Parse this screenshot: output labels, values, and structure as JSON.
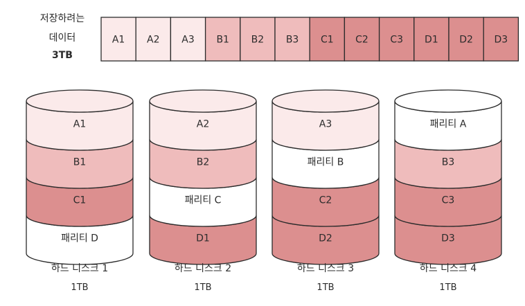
{
  "header": {
    "line1": "저장하려는",
    "line2": "데이터",
    "line3": "3TB"
  },
  "colors": {
    "A": "#fbeaea",
    "B": "#efbcbc",
    "C": "#dc8f8f",
    "D": "#dc8f8f",
    "parity": "#ffffff",
    "stroke": "#2b2b2b"
  },
  "strip": [
    {
      "label": "A1",
      "group": "A"
    },
    {
      "label": "A2",
      "group": "A"
    },
    {
      "label": "A3",
      "group": "A"
    },
    {
      "label": "B1",
      "group": "B"
    },
    {
      "label": "B2",
      "group": "B"
    },
    {
      "label": "B3",
      "group": "B"
    },
    {
      "label": "C1",
      "group": "C"
    },
    {
      "label": "C2",
      "group": "C"
    },
    {
      "label": "C3",
      "group": "C"
    },
    {
      "label": "D1",
      "group": "D"
    },
    {
      "label": "D2",
      "group": "D"
    },
    {
      "label": "D3",
      "group": "D"
    }
  ],
  "disks": [
    {
      "name": "하드 디스크 1",
      "size": "1TB",
      "blocks": [
        {
          "label": "A1",
          "group": "A"
        },
        {
          "label": "B1",
          "group": "B"
        },
        {
          "label": "C1",
          "group": "C"
        },
        {
          "label": "패리티 D",
          "group": "parity"
        }
      ]
    },
    {
      "name": "하드 디스크 2",
      "size": "1TB",
      "blocks": [
        {
          "label": "A2",
          "group": "A"
        },
        {
          "label": "B2",
          "group": "B"
        },
        {
          "label": "패리티 C",
          "group": "parity"
        },
        {
          "label": "D1",
          "group": "D"
        }
      ]
    },
    {
      "name": "하드 디스크 3",
      "size": "1TB",
      "blocks": [
        {
          "label": "A3",
          "group": "A"
        },
        {
          "label": "패리티 B",
          "group": "parity"
        },
        {
          "label": "C2",
          "group": "C"
        },
        {
          "label": "D2",
          "group": "D"
        }
      ]
    },
    {
      "name": "하드 디스크 4",
      "size": "1TB",
      "blocks": [
        {
          "label": "패리티 A",
          "group": "parity"
        },
        {
          "label": "B3",
          "group": "B"
        },
        {
          "label": "C3",
          "group": "C"
        },
        {
          "label": "D3",
          "group": "D"
        }
      ]
    }
  ]
}
